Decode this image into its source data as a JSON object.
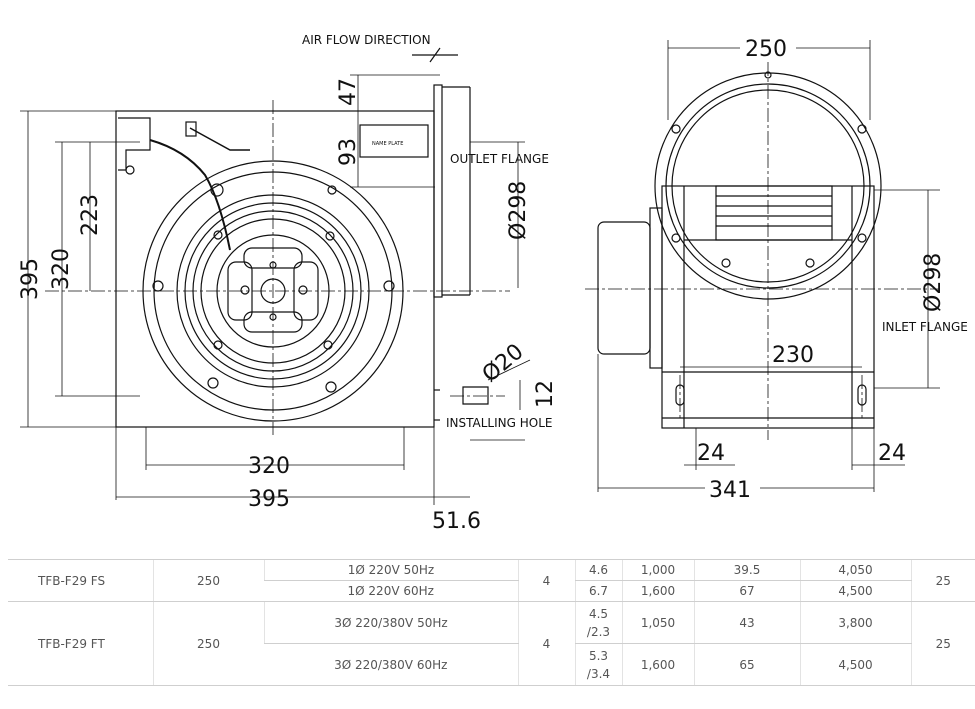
{
  "labels": {
    "air_flow": "AIR FLOW DIRECTION",
    "outlet_flange": "OUTLET FLANGE",
    "inlet_flange": "INLET FLANGE",
    "name_plate": "NAME PLATE",
    "installing_hole": "INSTALLING HOLE"
  },
  "dimensions": {
    "front_height_395": "395",
    "front_height_320": "320",
    "front_height_223": "223",
    "outlet_47": "47",
    "outlet_93": "93",
    "outlet_dia": "Ø298",
    "hole_dia": "Ø20",
    "hole_12": "12",
    "front_width_320": "320",
    "front_width_395": "395",
    "front_offset_516": "51.6",
    "side_top_250": "250",
    "side_inlet_dia": "Ø298",
    "side_230": "230",
    "side_24_left": "24",
    "side_24_right": "24",
    "side_341": "341"
  },
  "table": {
    "rows": [
      {
        "model": "TFB-F29 FS",
        "size": "250",
        "power_a": "1Ø 220V 50Hz",
        "power_b": "1Ø 220V 60Hz",
        "poles": "4",
        "cur_a": "4.6",
        "cur_b": "6.7",
        "rpm_a": "1,000",
        "rpm_b": "1,600",
        "p_a": "39.5",
        "p_b": "67",
        "q_a": "4,050",
        "q_b": "4,500",
        "last": "25"
      },
      {
        "model": "TFB-F29 FT",
        "size": "250",
        "power_a": "3Ø 220/380V 50Hz",
        "power_b": "3Ø 220/380V 60Hz",
        "poles": "4",
        "cur_a1": "4.5",
        "cur_a2": "/2.3",
        "cur_b1": "5.3",
        "cur_b2": "/3.4",
        "rpm_a": "1,050",
        "rpm_b": "1,600",
        "p_a": "43",
        "p_b": "65",
        "q_a": "3,800",
        "q_b": "4,500",
        "last": "25"
      }
    ]
  }
}
